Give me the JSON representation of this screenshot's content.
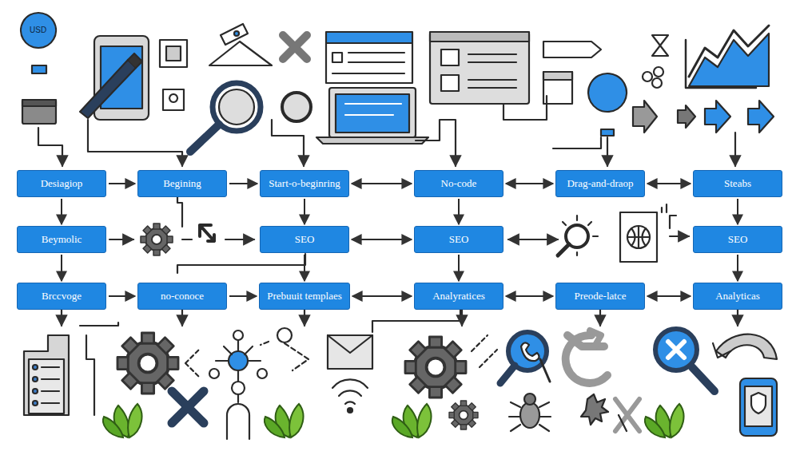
{
  "diagram": {
    "nodes": [
      {
        "text": [
          "Desiagiop"
        ]
      },
      {
        "text": [
          "Begining"
        ]
      },
      {
        "text": [
          "Start-o-beginring"
        ]
      },
      {
        "text": [
          "No-code"
        ]
      },
      {
        "text": [
          "Drag-and-draop"
        ]
      },
      {
        "text": [
          "Steabs"
        ]
      },
      {
        "text": [
          "Beymolic"
        ]
      },
      {
        "text": [
          "SEO"
        ]
      },
      {
        "text": [
          "SEO"
        ]
      },
      {
        "text": [
          "SEO"
        ]
      },
      {
        "text": [
          "Brccvoge"
        ]
      },
      {
        "text": [
          "no-conoce"
        ]
      },
      {
        "text": [
          "Prebuuit templaes"
        ]
      },
      {
        "text": [
          "Analyratices"
        ]
      },
      {
        "text": [
          "Preode-latce"
        ]
      },
      {
        "text": [
          "Analyticas"
        ]
      }
    ],
    "edges": [
      {
        "from": 0,
        "to": 1,
        "arrow": "to"
      },
      {
        "from": 1,
        "to": 2,
        "arrow": "to"
      },
      {
        "from": 2,
        "to": 3,
        "arrow": "both"
      },
      {
        "from": 3,
        "to": 4,
        "arrow": "both"
      },
      {
        "from": 4,
        "to": 5,
        "arrow": "both"
      },
      {
        "from": 0,
        "to": 6,
        "arrow": "to"
      },
      {
        "from": 2,
        "to": 7,
        "arrow": "to"
      },
      {
        "from": 3,
        "to": 8,
        "arrow": "to"
      },
      {
        "from": 5,
        "to": 9,
        "arrow": "to"
      },
      {
        "from": 7,
        "to": 8,
        "arrow": "both"
      },
      {
        "from": 6,
        "to": 10,
        "arrow": "to"
      },
      {
        "from": 7,
        "to": 12,
        "arrow": "to"
      },
      {
        "from": 8,
        "to": 13,
        "arrow": "to"
      },
      {
        "from": 9,
        "to": 15,
        "arrow": "to"
      },
      {
        "from": 10,
        "to": 11,
        "arrow": "to"
      },
      {
        "from": 11,
        "to": 12,
        "arrow": "to"
      },
      {
        "from": 12,
        "to": 13,
        "arrow": "both"
      },
      {
        "from": 13,
        "to": 14,
        "arrow": "both"
      },
      {
        "from": 14,
        "to": 15,
        "arrow": "both"
      }
    ],
    "labels": [
      "USD"
    ]
  }
}
